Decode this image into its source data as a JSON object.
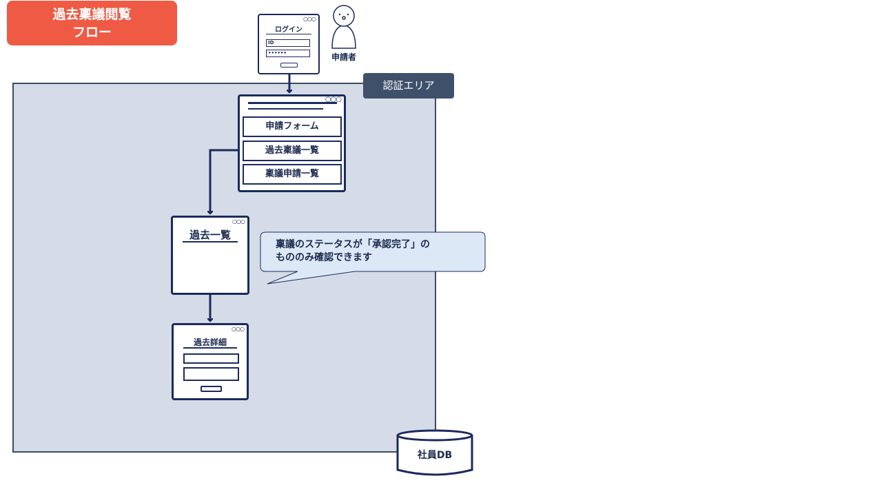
{
  "title": {
    "line1": "過去稟議閲覧",
    "line2": "フロー"
  },
  "area_label": "認証エリア",
  "login": {
    "title": "ログイン",
    "id_field": "ID",
    "password_field": "••••••"
  },
  "user_label": "申請者",
  "menu": {
    "items": [
      {
        "label": "申請フォーム"
      },
      {
        "label": "過去稟議一覧"
      },
      {
        "label": "稟議申請一覧"
      }
    ]
  },
  "list_screen": {
    "title": "過去一覧"
  },
  "detail_screen": {
    "title": "過去詳細"
  },
  "callout": {
    "line1": "稟議のステータスが「承認完了」の",
    "line2": "もののみ確認できます"
  },
  "database": {
    "label": "社員DB"
  },
  "colors": {
    "title_badge": "#ef5a44",
    "area_fill": "#d5dce7",
    "area_label": "#3f506a",
    "navy": "#1b2a5e",
    "callout_fill": "#dce8f5"
  }
}
